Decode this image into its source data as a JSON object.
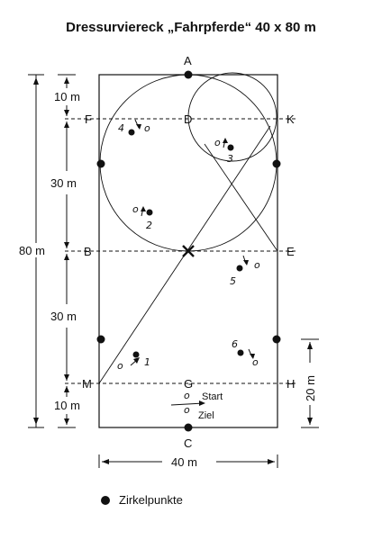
{
  "title": "Dressurviereck „Fahrpferde“ 40 x 80 m",
  "letters": {
    "A": "A",
    "F": "F",
    "D": "D",
    "K": "K",
    "B": "B",
    "E": "E",
    "M": "M",
    "G": "G",
    "H": "H",
    "C": "C"
  },
  "dimensions": {
    "top_10": "10 m",
    "upper_30": "30 m",
    "total_80": "80 m",
    "lower_30": "30 m",
    "bottom_10": "10 m",
    "width_40": "40 m",
    "right_20": "20 m"
  },
  "circle_points": [
    {
      "num": "1"
    },
    {
      "num": "2"
    },
    {
      "num": "3"
    },
    {
      "num": "4"
    },
    {
      "num": "5"
    },
    {
      "num": "6"
    }
  ],
  "point_marker": "o",
  "start_label": "Start",
  "finish_label": "Ziel",
  "legend": {
    "label": "Zirkelpunkte"
  }
}
